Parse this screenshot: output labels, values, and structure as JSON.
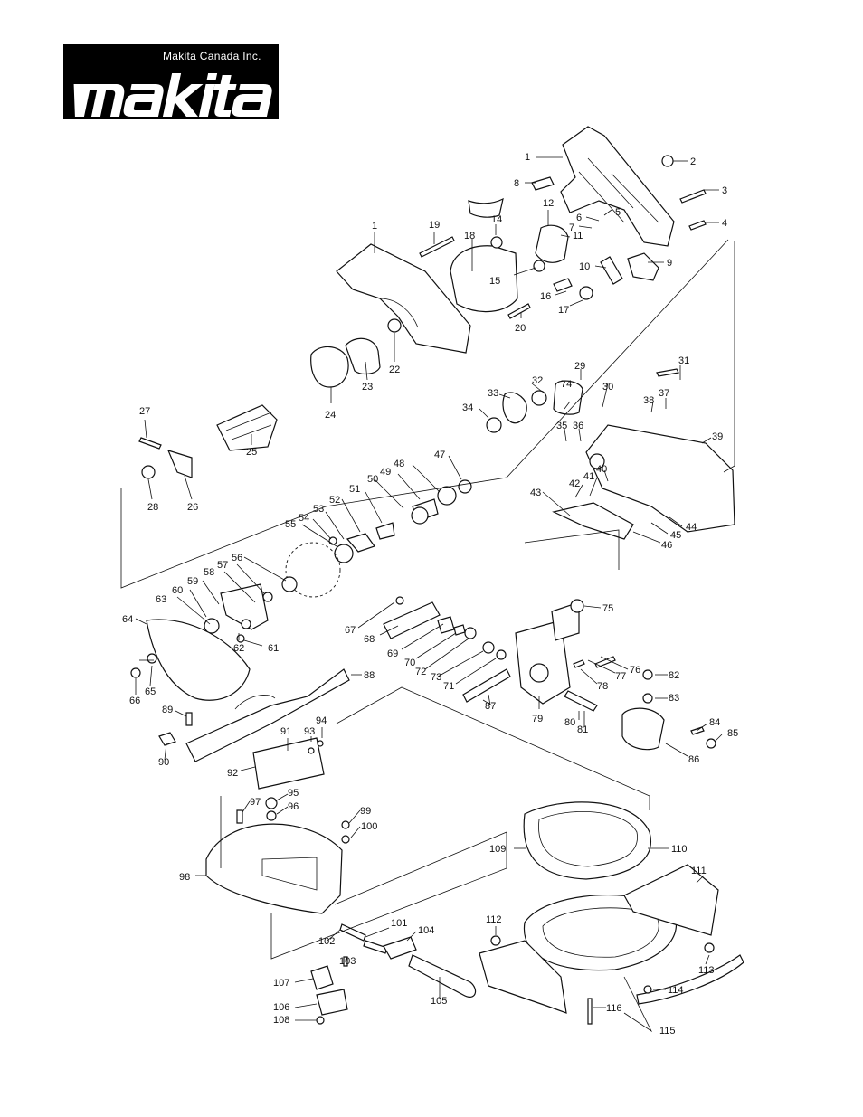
{
  "logo": {
    "company": "Makita Canada Inc.",
    "wordmark": "makita"
  },
  "diagram": {
    "part_labels": [
      "1",
      "2",
      "3",
      "4",
      "5",
      "6",
      "7",
      "8",
      "9",
      "10",
      "11",
      "12",
      "14",
      "15",
      "16",
      "17",
      "18",
      "19",
      "20",
      "1",
      "22",
      "23",
      "24",
      "25",
      "26",
      "27",
      "28",
      "29",
      "30",
      "31",
      "32",
      "33",
      "34",
      "35",
      "36",
      "37",
      "38",
      "39",
      "40",
      "41",
      "42",
      "43",
      "44",
      "45",
      "46",
      "47",
      "48",
      "49",
      "50",
      "51",
      "52",
      "53",
      "54",
      "55",
      "56",
      "57",
      "58",
      "59",
      "60",
      "61",
      "62",
      "63",
      "64",
      "65",
      "66",
      "67",
      "68",
      "69",
      "70",
      "71",
      "72",
      "73",
      "74",
      "75",
      "76",
      "77",
      "78",
      "79",
      "80",
      "81",
      "82",
      "83",
      "84",
      "85",
      "86",
      "87",
      "88",
      "89",
      "90",
      "91",
      "92",
      "93",
      "94",
      "95",
      "96",
      "97",
      "98",
      "99",
      "100",
      "101",
      "102",
      "103",
      "104",
      "105",
      "106",
      "107",
      "108",
      "109",
      "110",
      "111",
      "112",
      "113",
      "114",
      "115",
      "116"
    ]
  }
}
